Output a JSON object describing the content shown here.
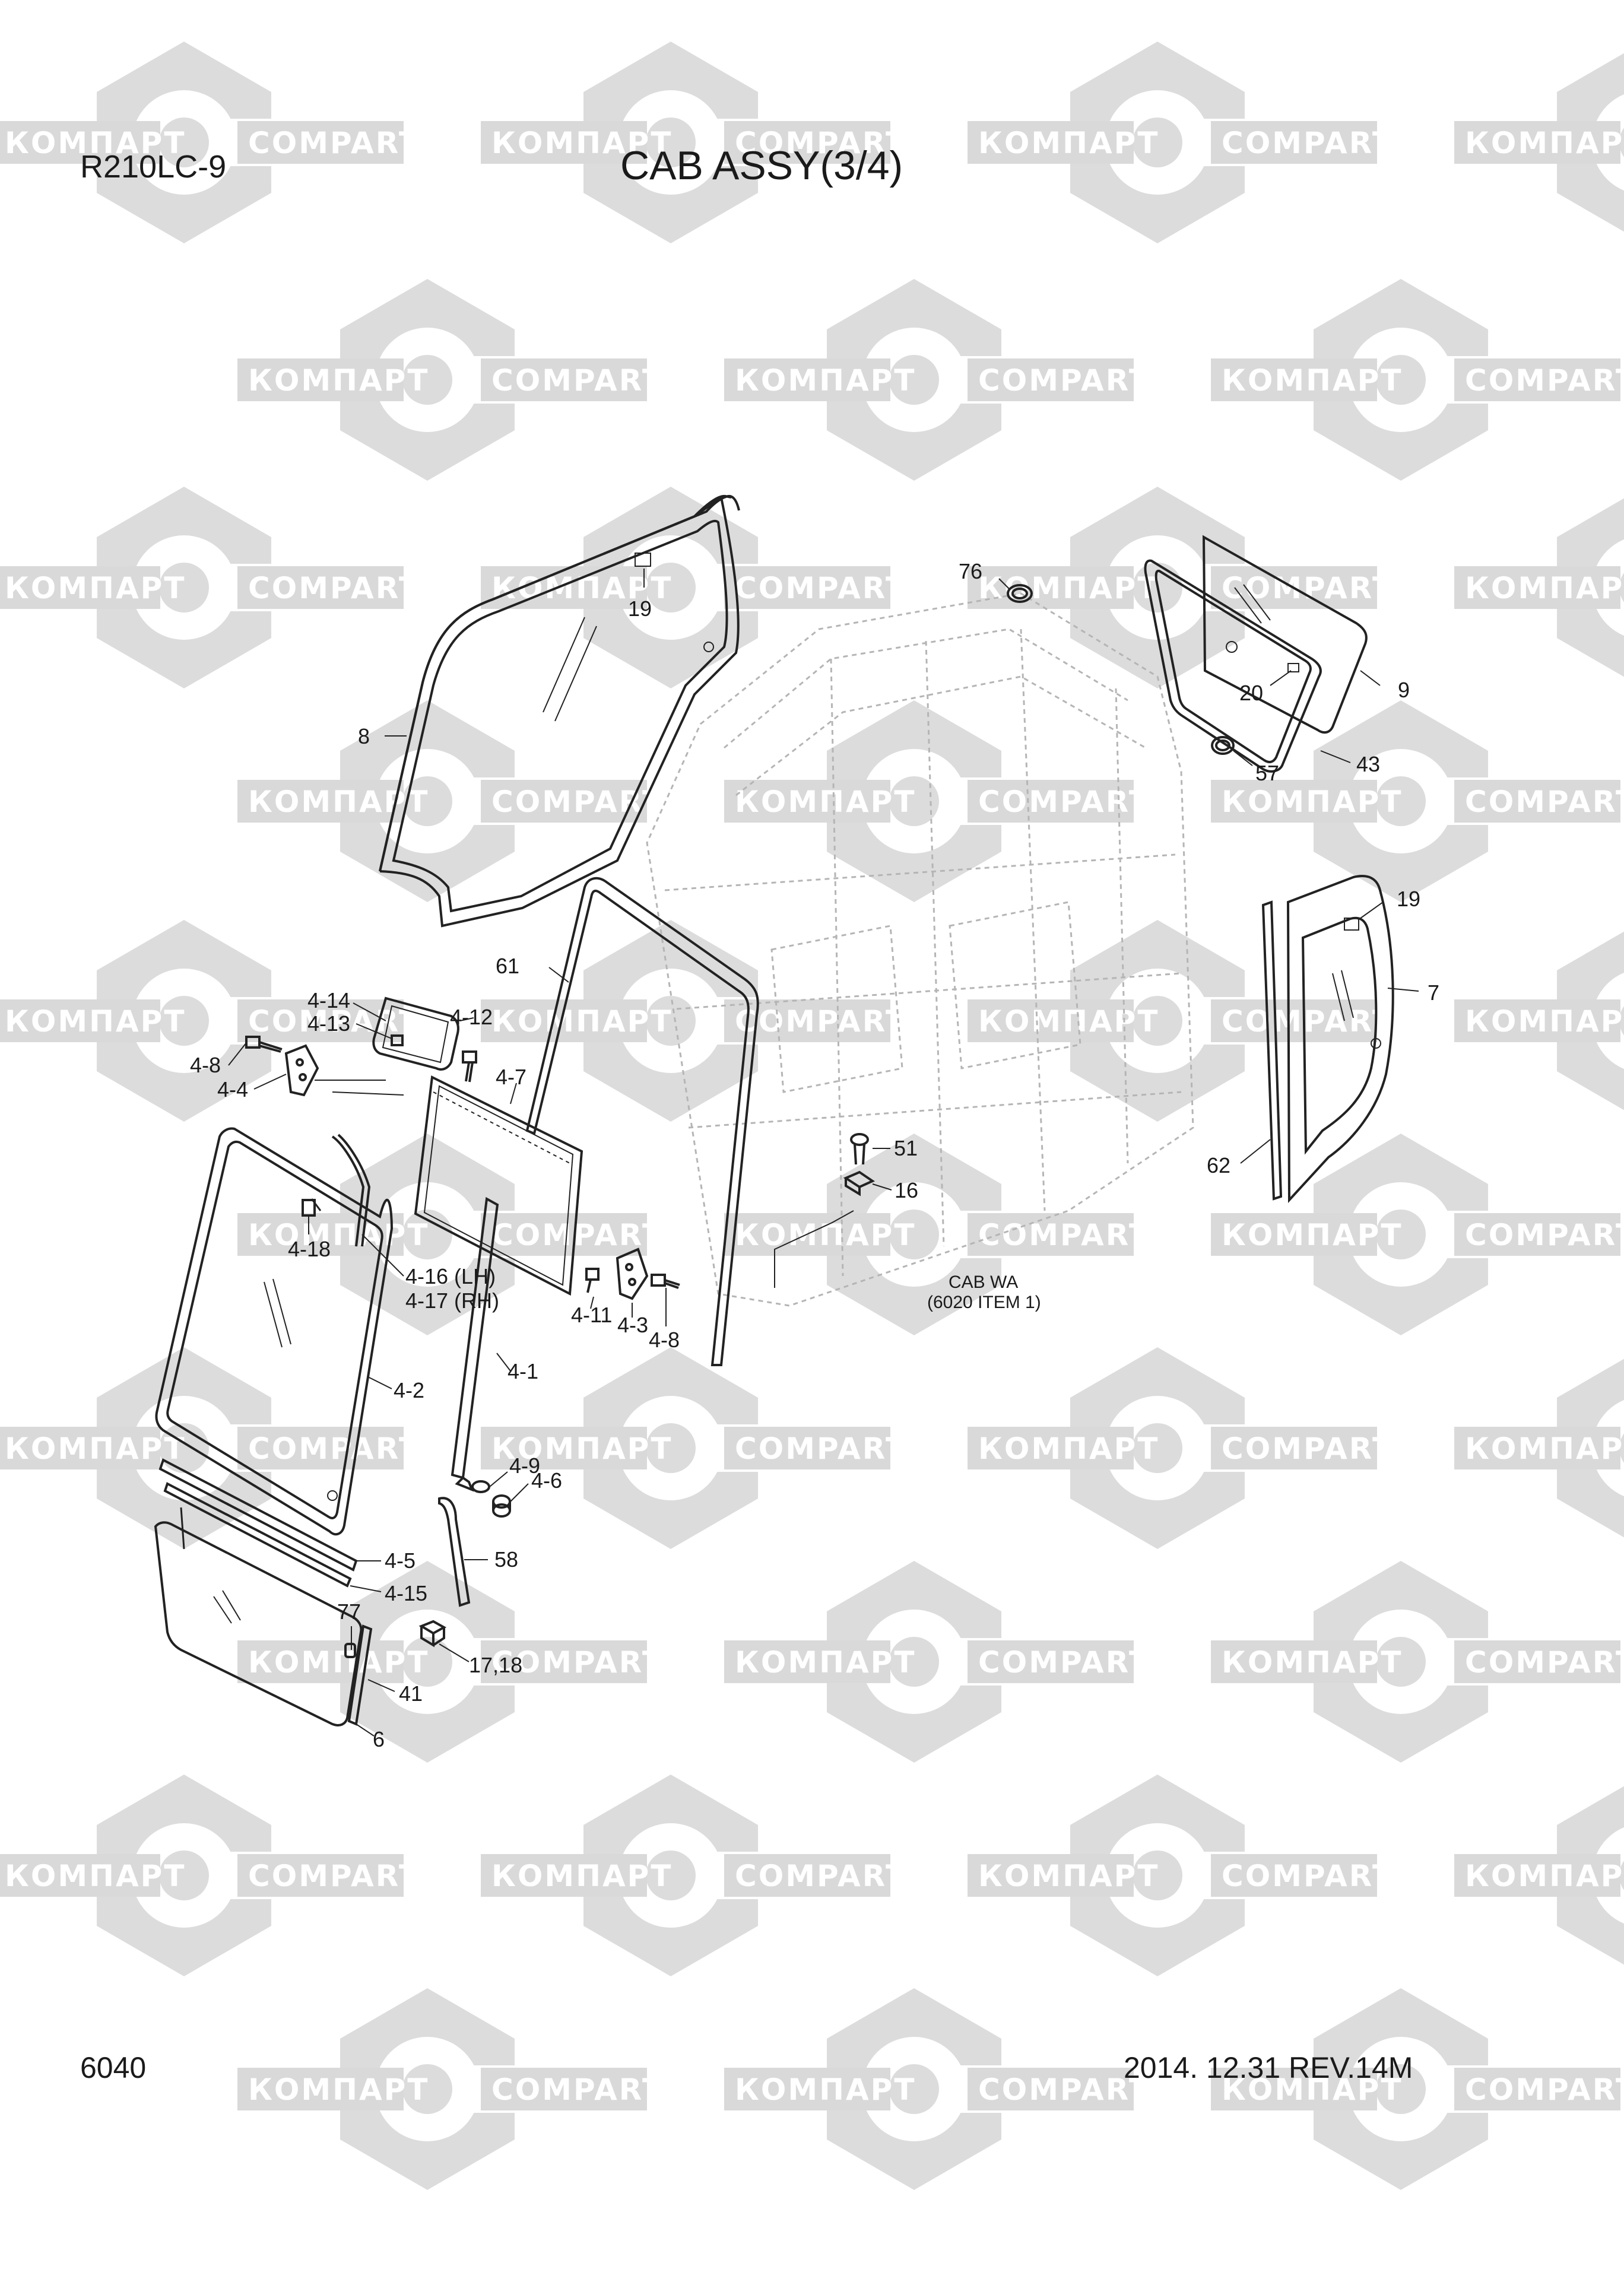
{
  "header": {
    "model": "R210LC-9",
    "title": "CAB ASSY(3/4)"
  },
  "footer": {
    "page_number": "6040",
    "revision": "2014. 12.31  REV.14M"
  },
  "watermark": {
    "labels": [
      "КОМПАРТ",
      "COMPART"
    ],
    "color": "#d9d9d9"
  },
  "note": {
    "line1": "CAB WA",
    "line2": "(6020 ITEM 1)"
  },
  "callouts": {
    "c76": "76",
    "c19a": "19",
    "c20": "20",
    "c9": "9",
    "c57": "57",
    "c43": "43",
    "c8": "8",
    "c19b": "19",
    "c7": "7",
    "c61": "61",
    "c62": "62",
    "c4_14": "4-14",
    "c4_13": "4-13",
    "c4_12": "4-12",
    "c4_8a": "4-8",
    "c4_4": "4-4",
    "c4_7": "4-7",
    "c51": "51",
    "c16": "16",
    "c4_18": "4-18",
    "c4_16": "4-16 (LH)",
    "c4_17": "4-17 (RH)",
    "c4_11": "4-11",
    "c4_3": "4-3",
    "c4_8b": "4-8",
    "c4_1": "4-1",
    "c4_2": "4-2",
    "c4_9": "4-9",
    "c4_6": "4-6",
    "c58": "58",
    "c4_5": "4-5",
    "c4_15": "4-15",
    "c77": "77",
    "c41": "41",
    "c6": "6",
    "c17_18": "17,18"
  }
}
